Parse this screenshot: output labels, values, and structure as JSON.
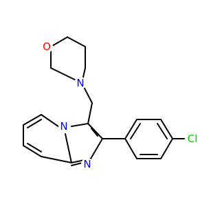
{
  "molecule": {
    "atoms": {
      "oxygen": {
        "symbol": "O",
        "color": "#ff0000"
      },
      "nitrogen_morpholine": {
        "symbol": "N",
        "color": "#0000ff"
      },
      "nitrogen_bridgehead": {
        "symbol": "N",
        "color": "#0000ff"
      },
      "nitrogen_imidazole": {
        "symbol": "N",
        "color": "#0000ff"
      },
      "chlorine": {
        "symbol": "Cl",
        "color": "#00cc00"
      }
    },
    "bond_color": "#000000"
  }
}
